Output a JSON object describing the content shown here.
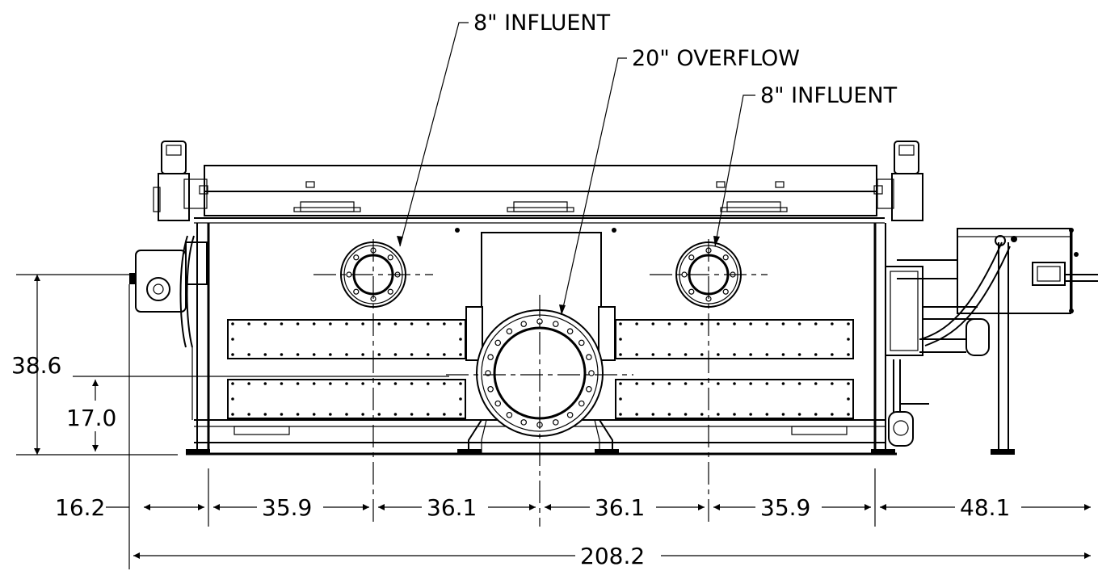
{
  "callouts": {
    "influent_left": "8\" INFLUENT",
    "overflow": "20\" OVERFLOW",
    "influent_right": "8\" INFLUENT"
  },
  "dimensions": {
    "h_16_2": "16.2",
    "h_35_9_a": "35.9",
    "h_36_1_a": "36.1",
    "h_36_1_b": "36.1",
    "h_35_9_b": "35.9",
    "h_48_1": "48.1",
    "overall": "208.2",
    "v_38_6": "38.6",
    "v_17_0": "17.0"
  }
}
